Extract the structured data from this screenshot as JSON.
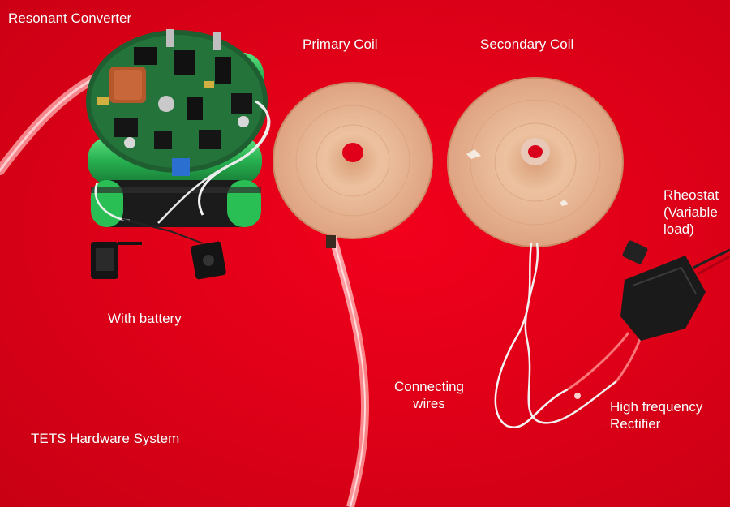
{
  "labels": {
    "resonant_converter": "Resonant Converter",
    "primary_coil": "Primary Coil",
    "secondary_coil": "Secondary  Coil",
    "rheostat": "Rheostat\n(Variable\nload)",
    "with_battery": "With battery",
    "connecting_wires": "Connecting\nwires",
    "high_frequency_rectifier": "High frequency\nRectifier",
    "tets_hardware_system": "TETS Hardware System"
  },
  "colors": {
    "background": "#e00018",
    "label_text": "#ffffff",
    "copper_coil": "#e6b08a",
    "pcb_green": "#1f6b35",
    "battery_green": "#2fbf5a",
    "insulation_tape": "#1a1a1a"
  }
}
